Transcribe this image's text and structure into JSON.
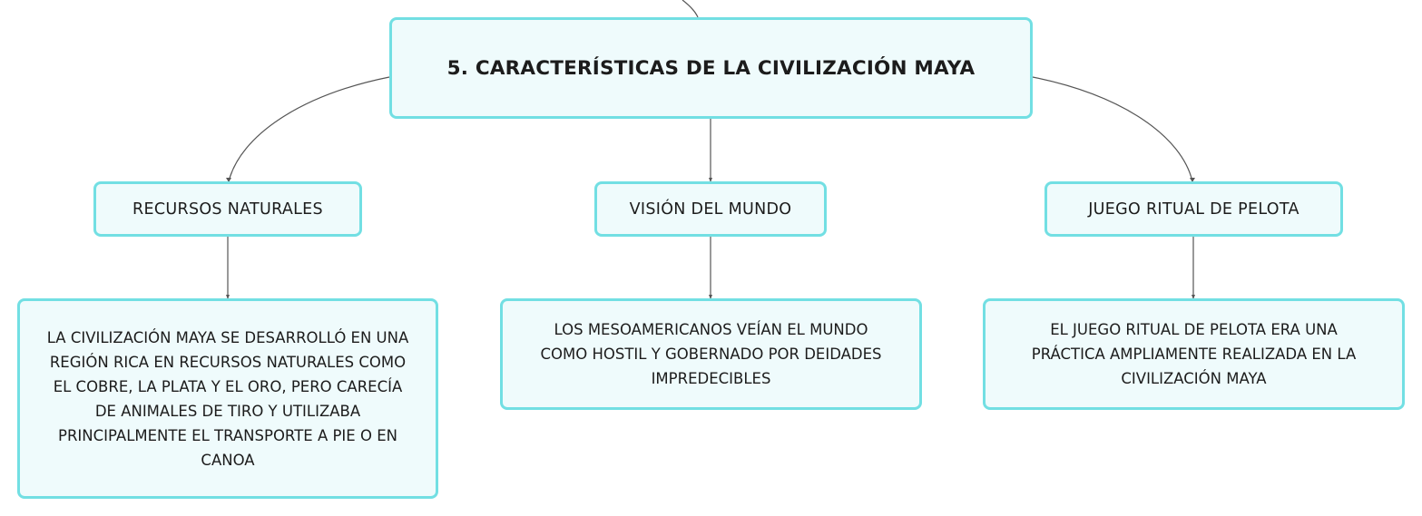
{
  "diagram": {
    "root": {
      "title": "5. CARACTERÍSTICAS DE LA CIVILIZACIÓN MAYA"
    },
    "branches": [
      {
        "label": "RECURSOS NATURALES",
        "lines": [
          "LA CIVILIZACIÓN MAYA SE DESARROLLÓ EN UNA",
          "REGIÓN RICA EN RECURSOS NATURALES COMO",
          "EL COBRE, LA PLATA Y EL ORO, PERO CARECÍA",
          "DE ANIMALES DE TIRO Y UTILIZABA",
          "PRINCIPALMENTE EL TRANSPORTE A PIE O EN",
          "CANOA"
        ]
      },
      {
        "label": "VISIÓN DEL MUNDO",
        "lines": [
          "LOS MESOAMERICANOS VEÍAN EL MUNDO",
          "COMO HOSTIL Y GOBERNADO POR DEIDADES",
          "IMPREDECIBLES"
        ]
      },
      {
        "label": "JUEGO RITUAL DE PELOTA",
        "lines": [
          "EL JUEGO RITUAL DE PELOTA ERA UNA",
          "PRÁCTICA AMPLIAMENTE REALIZADA EN LA",
          "CIVILIZACIÓN MAYA"
        ]
      }
    ]
  },
  "colors": {
    "node_fill": "#effbfc",
    "node_border": "#72dfe3",
    "connector": "#555555",
    "text": "#1c1c1c"
  }
}
